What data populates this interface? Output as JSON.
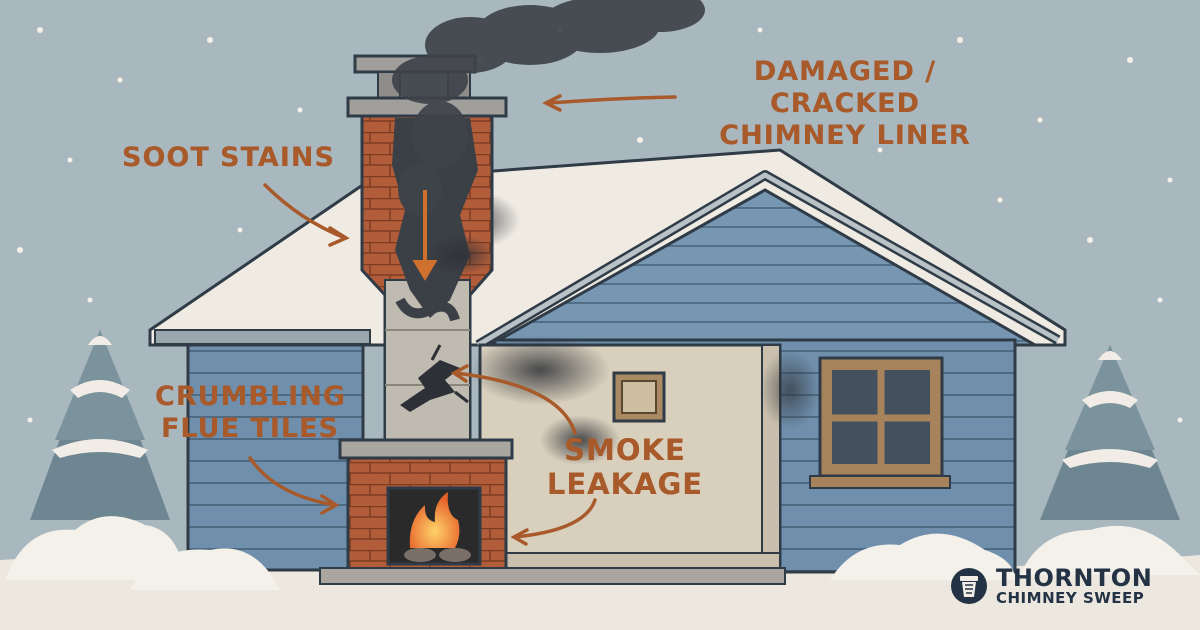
{
  "labels": {
    "damaged_line1": "DAMAGED / CRACKED",
    "damaged_line2": "CHIMNEY LINER",
    "soot": "SOOT STAINS",
    "crumbling_line1": "CRUMBLING",
    "crumbling_line2": "FLUE TILES",
    "smoke_line1": "SMOKE",
    "smoke_line2": "LEAKAGE"
  },
  "brand": {
    "line1": "THORNTON",
    "line2": "CHIMNEY SWEEP",
    "icon": "chimney-brush-icon"
  },
  "colors": {
    "sky": "#a9b8bf",
    "siding": "#6f8fac",
    "brick": "#b25d3a",
    "label": "#a85a2a",
    "snow": "#f1ede6",
    "soot": "#3a3d42",
    "brand": "#233244"
  }
}
